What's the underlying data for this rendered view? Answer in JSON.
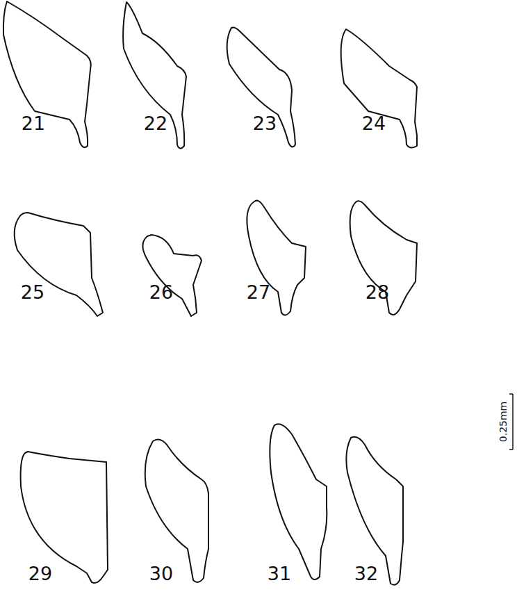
{
  "diagram": {
    "labels": [
      "21",
      "22",
      "23",
      "24",
      "25",
      "26",
      "27",
      "28",
      "29",
      "30",
      "31",
      "32",
      "0.25mm"
    ]
  }
}
